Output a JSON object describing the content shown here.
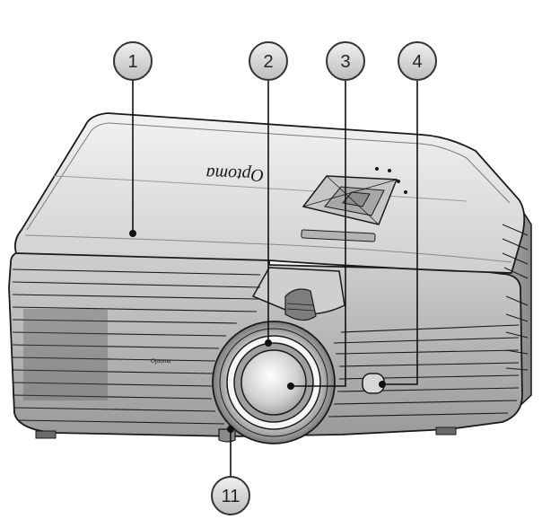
{
  "diagram": {
    "brand": "Optoma",
    "callouts": [
      {
        "id": "1",
        "label": "1"
      },
      {
        "id": "2",
        "label": "2"
      },
      {
        "id": "3",
        "label": "3"
      },
      {
        "id": "4",
        "label": "4"
      },
      {
        "id": "11",
        "label": "11"
      }
    ]
  },
  "colors": {
    "body_light": "#e6e6e6",
    "body_mid": "#bdbdbd",
    "body_dark": "#6e6e6e",
    "outline": "#1a1a1a",
    "callout_fill": "#d9d9d9"
  }
}
